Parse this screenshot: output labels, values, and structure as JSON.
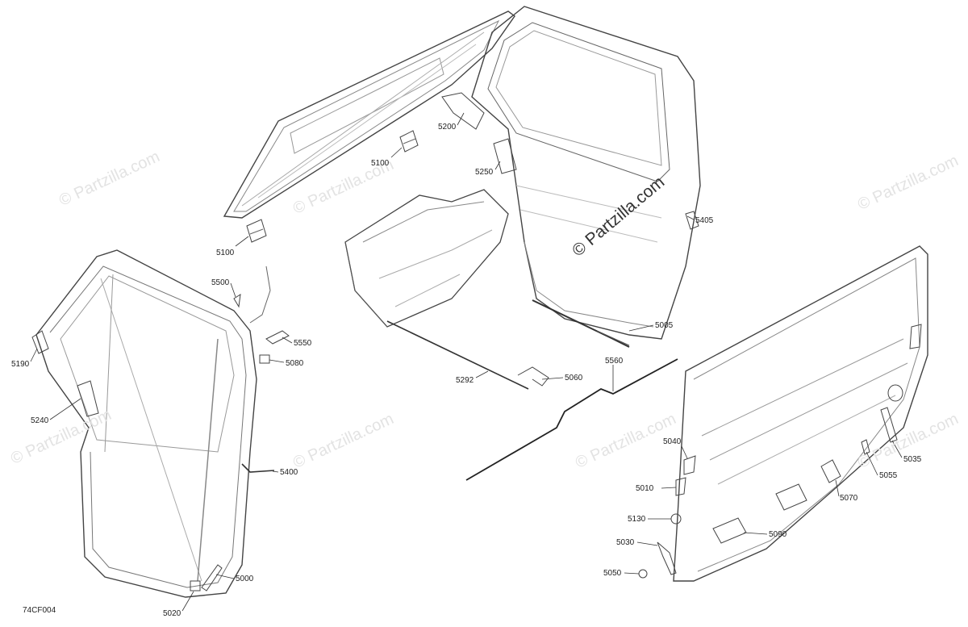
{
  "diagram": {
    "code": "74CF004",
    "watermark": "© Partzilla.com",
    "labels": [
      {
        "id": "l5100a",
        "text": "5100"
      },
      {
        "id": "l5100b",
        "text": "5100"
      },
      {
        "id": "l5200",
        "text": "5200"
      },
      {
        "id": "l5250",
        "text": "5250"
      },
      {
        "id": "l5405",
        "text": "5405"
      },
      {
        "id": "l5005",
        "text": "5005"
      },
      {
        "id": "l5500",
        "text": "5500"
      },
      {
        "id": "l5550",
        "text": "5550"
      },
      {
        "id": "l5080",
        "text": "5080"
      },
      {
        "id": "l5190",
        "text": "5190"
      },
      {
        "id": "l5240",
        "text": "5240"
      },
      {
        "id": "l5400",
        "text": "5400"
      },
      {
        "id": "l5000",
        "text": "5000"
      },
      {
        "id": "l5020",
        "text": "5020"
      },
      {
        "id": "l5292",
        "text": "5292"
      },
      {
        "id": "l5060",
        "text": "5060"
      },
      {
        "id": "l5560",
        "text": "5560"
      },
      {
        "id": "l5040",
        "text": "5040"
      },
      {
        "id": "l5010",
        "text": "5010"
      },
      {
        "id": "l5130",
        "text": "5130"
      },
      {
        "id": "l5030",
        "text": "5030"
      },
      {
        "id": "l5050",
        "text": "5050"
      },
      {
        "id": "l5090",
        "text": "5090"
      },
      {
        "id": "l5070",
        "text": "5070"
      },
      {
        "id": "l5055",
        "text": "5055"
      },
      {
        "id": "l5035",
        "text": "5035"
      }
    ]
  }
}
